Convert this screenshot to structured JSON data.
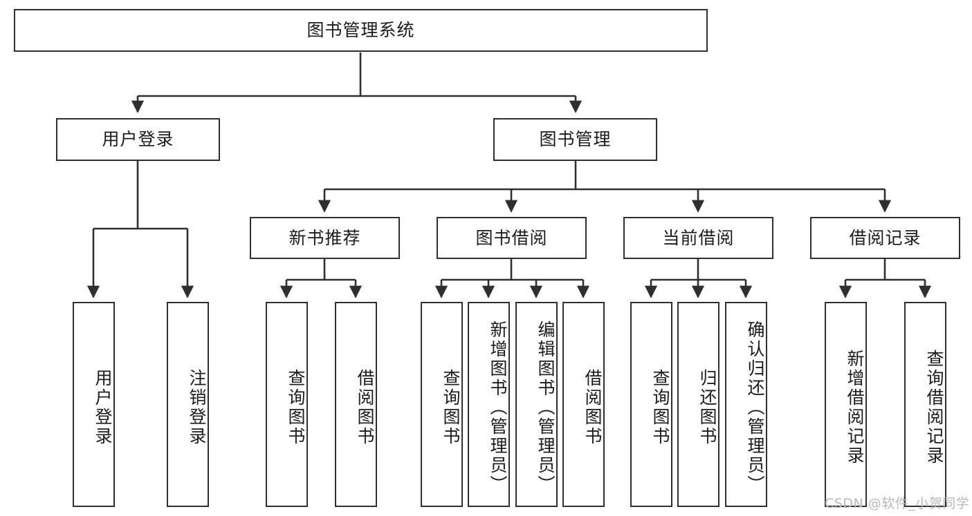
{
  "diagram": {
    "type": "tree",
    "title": "图书管理系统",
    "watermark": "CSDN @软件_小贺同学",
    "colors": {
      "background": "#ffffff",
      "node_border": "#2f2f2f",
      "node_fill": "#ffffff",
      "edge": "#2f2f2f",
      "text": "#1b1b1b",
      "watermark": "#b9b9b9"
    },
    "nodes": {
      "root": {
        "label": "图书管理系统",
        "level": 1
      },
      "user_login": {
        "label": "用户登录",
        "level": 2
      },
      "book_manage": {
        "label": "图书管理",
        "level": 2
      },
      "new_book_rec": {
        "label": "新书推荐",
        "level": 3
      },
      "book_borrow": {
        "label": "图书借阅",
        "level": 3
      },
      "current_borrow": {
        "label": "当前借阅",
        "level": 3
      },
      "borrow_record": {
        "label": "借阅记录",
        "level": 3
      },
      "leaf_user_login": {
        "label": "用户登录",
        "level": 4
      },
      "leaf_logout": {
        "label": "注销登录",
        "level": 4
      },
      "leaf_query_book_1": {
        "label": "查询图书",
        "level": 4
      },
      "leaf_borrow_book_1": {
        "label": "借阅图书",
        "level": 4
      },
      "leaf_query_book_2": {
        "label": "查询图书",
        "level": 4
      },
      "leaf_add_book": {
        "label": "新增图书（管理员）",
        "level": 4
      },
      "leaf_edit_book": {
        "label": "编辑图书（管理员）",
        "level": 4
      },
      "leaf_borrow_book_2": {
        "label": "借阅图书",
        "level": 4
      },
      "leaf_query_book_3": {
        "label": "查询图书",
        "level": 4
      },
      "leaf_return_book": {
        "label": "归还图书",
        "level": 4
      },
      "leaf_confirm_return": {
        "label": "确认归还（管理员）",
        "level": 4
      },
      "leaf_add_record": {
        "label": "新增借阅记录",
        "level": 4
      },
      "leaf_query_record": {
        "label": "查询借阅记录",
        "level": 4
      }
    },
    "edges": [
      {
        "from": "root",
        "to": "user_login"
      },
      {
        "from": "root",
        "to": "book_manage"
      },
      {
        "from": "user_login",
        "to": "leaf_user_login"
      },
      {
        "from": "user_login",
        "to": "leaf_logout"
      },
      {
        "from": "book_manage",
        "to": "new_book_rec"
      },
      {
        "from": "book_manage",
        "to": "book_borrow"
      },
      {
        "from": "book_manage",
        "to": "current_borrow"
      },
      {
        "from": "book_manage",
        "to": "borrow_record"
      },
      {
        "from": "new_book_rec",
        "to": "leaf_query_book_1"
      },
      {
        "from": "new_book_rec",
        "to": "leaf_borrow_book_1"
      },
      {
        "from": "book_borrow",
        "to": "leaf_query_book_2"
      },
      {
        "from": "book_borrow",
        "to": "leaf_add_book"
      },
      {
        "from": "book_borrow",
        "to": "leaf_edit_book"
      },
      {
        "from": "book_borrow",
        "to": "leaf_borrow_book_2"
      },
      {
        "from": "current_borrow",
        "to": "leaf_query_book_3"
      },
      {
        "from": "current_borrow",
        "to": "leaf_return_book"
      },
      {
        "from": "current_borrow",
        "to": "leaf_confirm_return"
      },
      {
        "from": "borrow_record",
        "to": "leaf_add_record"
      },
      {
        "from": "borrow_record",
        "to": "leaf_query_record"
      }
    ]
  }
}
